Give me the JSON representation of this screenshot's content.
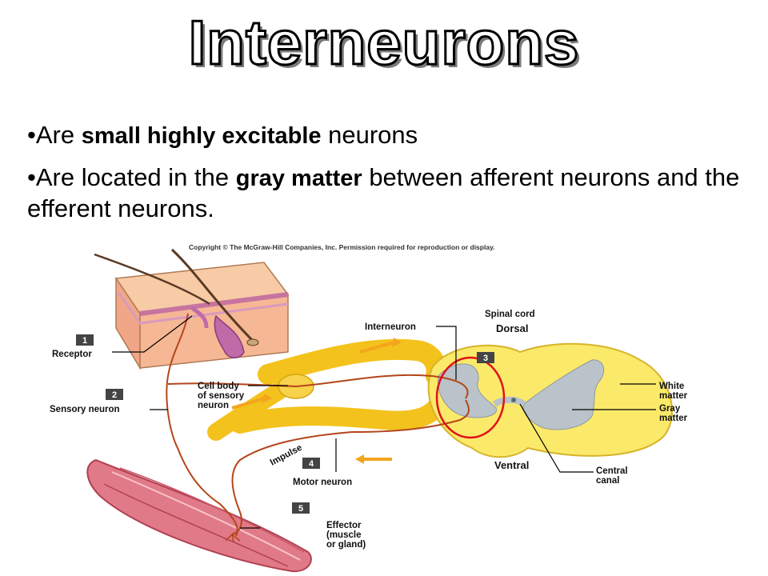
{
  "title": "Interneurons",
  "bullets": [
    {
      "prefix": "•Are ",
      "emph": "small highly excitable",
      "suffix": " neurons"
    },
    {
      "prefix": "•Are located in the ",
      "emph": "gray matter",
      "suffix": " between afferent neurons and the efferent neurons."
    }
  ],
  "figure": {
    "copyright": "Copyright © The McGraw-Hill Companies, Inc. Permission required for reproduction or display.",
    "labels": {
      "receptor": "Receptor",
      "sensory_neuron": "Sensory neuron",
      "cell_body_1": "Cell body",
      "cell_body_2": "of sensory",
      "cell_body_3": "neuron",
      "impulse": "Impulse",
      "motor_neuron": "Motor neuron",
      "effector_1": "Effector",
      "effector_2": "(muscle",
      "effector_3": "or gland)",
      "spinal_cord": "Spinal cord",
      "dorsal": "Dorsal",
      "interneuron": "Interneuron",
      "white_matter_1": "White",
      "white_matter_2": "matter",
      "gray_matter_1": "Gray",
      "gray_matter_2": "matter",
      "ventral": "Ventral",
      "central_canal_1": "Central",
      "central_canal_2": "canal"
    },
    "steps": [
      "1",
      "2",
      "3",
      "4",
      "5"
    ],
    "colors": {
      "cord": "#fbe96a",
      "gray_matter": "#b9c3c9",
      "nerve": "#f3c21c",
      "neuron_line": "#b5451b",
      "highlight_circle": "#e0121a",
      "muscle": "#e07a88",
      "skin": "#f2b08a"
    }
  }
}
